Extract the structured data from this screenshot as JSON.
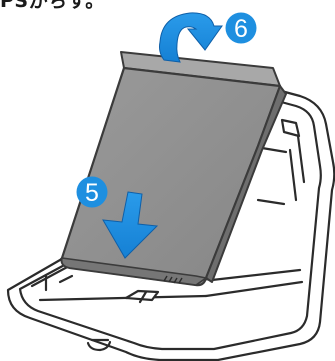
{
  "caption": "PSかちす。",
  "steps": [
    {
      "number": "5",
      "action": "press-down"
    },
    {
      "number": "6",
      "action": "rotate-down"
    }
  ],
  "colors": {
    "step_badge": "#1e8fe0",
    "arrow": "#1e8fe0",
    "arrow_shadow": "#0e5fa8",
    "battery_body": "#8f8f8f",
    "battery_top": "#a6a6a6",
    "battery_edge": "#3b3b3b",
    "device_outline": "#2b2b2b",
    "device_fill": "#ffffff"
  },
  "icons": [
    "down-arrow-icon",
    "curved-arrow-icon"
  ]
}
